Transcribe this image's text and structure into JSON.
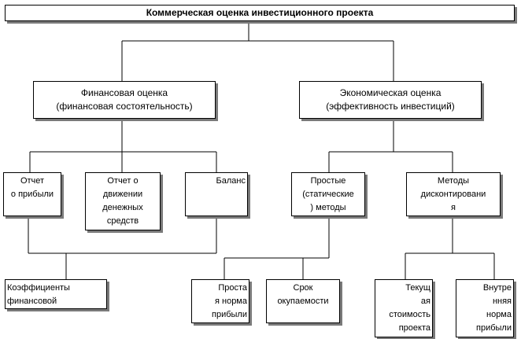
{
  "diagram": {
    "root": "Коммерческая  оценка инвестиционного  проекта",
    "financial": "Финансовая оценка\n(финансовая состоятельность)",
    "economic": "Экономическая оценка\n(эффективность инвестиций)",
    "profit_report": "Отчет\nо прибыли",
    "cashflow_report": "Отчет о\nдвижении\nденежных\nсредств",
    "balance": "Баланс",
    "simple_methods": "Простые\n(статические\n) методы",
    "discount_methods": "Методы\nдисконтировани\nя",
    "coefficients": "Коэффициенты\nфинансовой",
    "simple_rate": "Проста\nя норма\nприбыли",
    "payback": "Срок\nокупаемости",
    "npv": "Текущ\nая\nстоимость\nпроекта",
    "irr": "Внутре\nнняя\nнорма\nприбыли"
  },
  "style": {
    "line_color": "#000000",
    "shadow_color": "#7a7a7a",
    "box_fill": "#ffffff"
  }
}
